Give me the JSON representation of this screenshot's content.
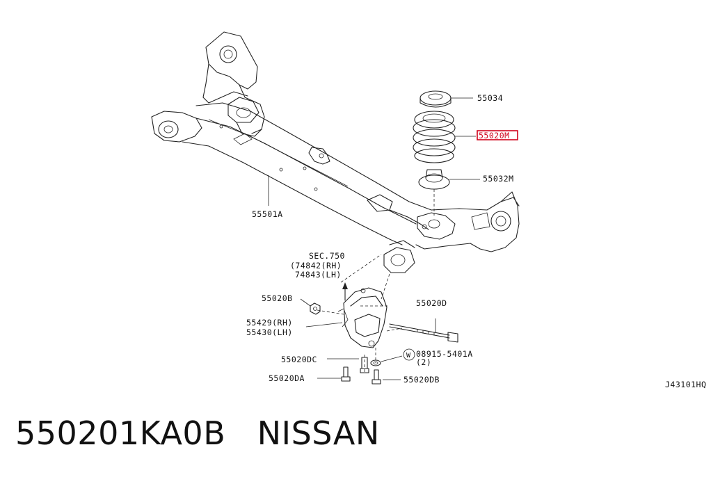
{
  "labels": {
    "p55034": "55034",
    "p55020M": "55020M",
    "p55032M": "55032M",
    "p55501A": "55501A",
    "sec_title": "SEC.750",
    "sec_rh": "(74842(RH)",
    "sec_lh": "74843(LH)",
    "p55020B": "55020B",
    "p55020D": "55020D",
    "p55429": "55429(RH)",
    "p55430": "55430(LH)",
    "p55020DC": "55020DC",
    "washer_symbol": "W",
    "p08915": "08915-5401A",
    "p08915_qty": "(2)",
    "p55020DA": "55020DA",
    "p55020DB": "55020DB",
    "diagram_code": "J43101HQ"
  },
  "caption": {
    "part_number": "550201KA0B",
    "brand": "NISSAN"
  },
  "colors": {
    "highlight": "#d0021b",
    "line": "#222222"
  }
}
